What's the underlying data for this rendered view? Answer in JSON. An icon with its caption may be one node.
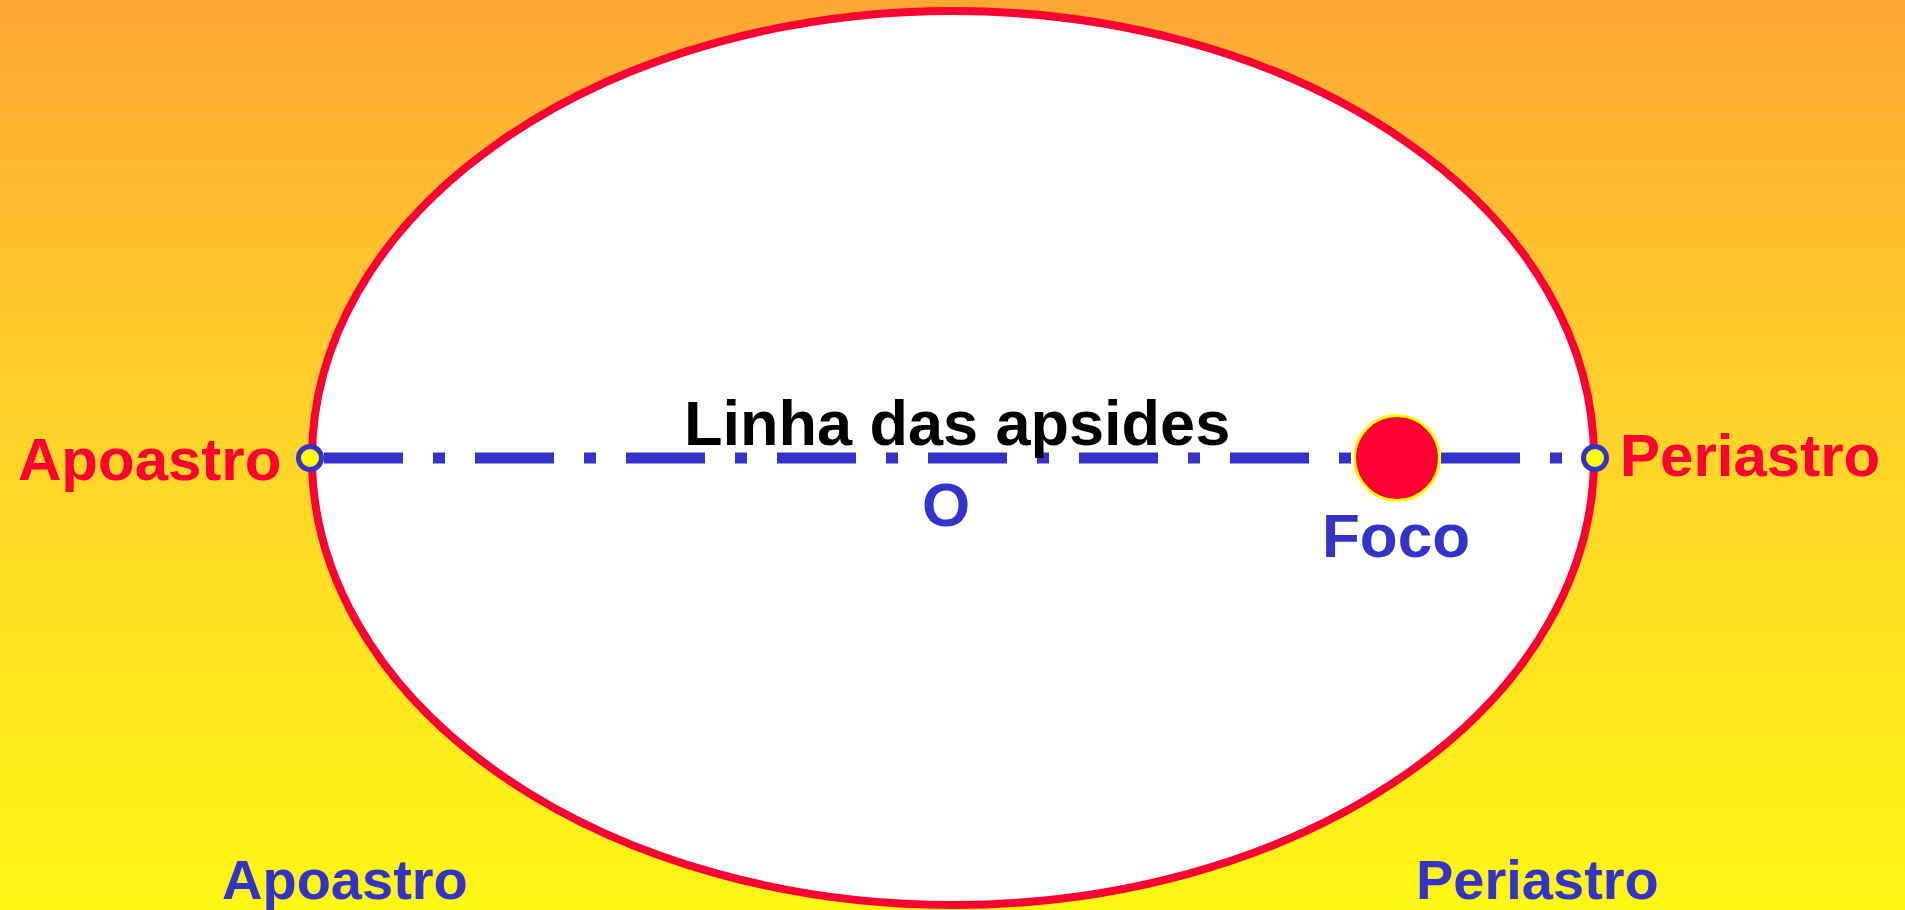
{
  "diagram": {
    "nodes": [
      {
        "text": [],
        "shape": "circle",
        "beside": [
          "Apoastro"
        ]
      },
      {
        "text": [],
        "shape": "circle",
        "beside": [
          "Foco"
        ]
      },
      {
        "text": [],
        "shape": "circle",
        "beside": [
          "Periastro"
        ]
      }
    ],
    "edges": [
      {
        "from": 0,
        "to": 1,
        "arrow": "none",
        "style": "dashed"
      },
      {
        "from": 1,
        "to": 2,
        "arrow": "none",
        "style": "dashed"
      }
    ],
    "labels": [
      "Linha das apsides",
      "O",
      "Apoastro",
      "Periastro"
    ]
  }
}
